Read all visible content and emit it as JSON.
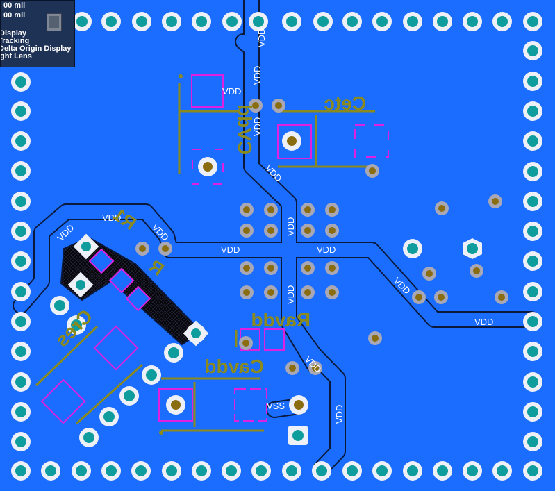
{
  "hud": {
    "line1": "00 mil",
    "line2": "00 mil",
    "line3": "Display",
    "line4": "Tracking",
    "line5": "Delta Origin Display",
    "line6": "ght Lens"
  },
  "net_labels": {
    "vdd": "VDD",
    "vss": "VSS"
  },
  "designators": {
    "cvdd": "CVdd",
    "cetc": "Cetc",
    "r1": "R1",
    "r": "R",
    "cres": "Cres",
    "ravdd": "Ravdd",
    "cavdd": "Cavdd"
  },
  "colors": {
    "board": "#1a6dff",
    "trace": "#1a6dff",
    "trace_outline": "#0b1a3c",
    "pad_ring": "#eef0f7",
    "pad_hole": "#0e9c9c",
    "via_ring": "#a7a7b6",
    "via_hole": "#8a6d10",
    "silkscreen": "#8a8a1e",
    "smd_pad": "#e020e0",
    "hatch": "#0b0b14"
  }
}
